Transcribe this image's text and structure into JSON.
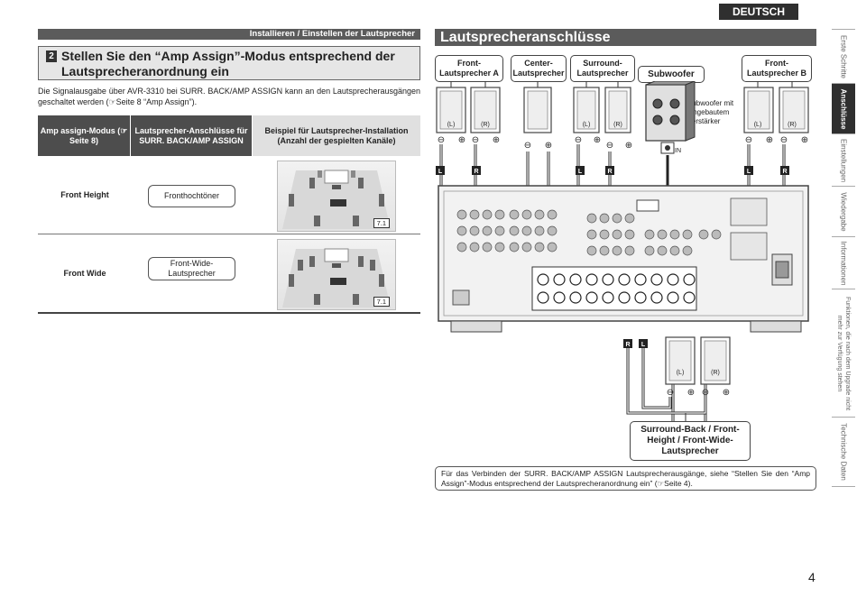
{
  "language_badge": "DEUTSCH",
  "left": {
    "section_bar": "Installieren / Einstellen der Lautsprecher",
    "step_number": "2",
    "step_title": "Stellen Sie den “Amp Assign”-Modus entsprechend der Lautsprecheranordnung ein",
    "intro": "Die Signalausgabe über AVR-3310 bei SURR. BACK/AMP ASSIGN kann an den Lautsprecherausgängen geschaltet werden (☞Seite 8 “Amp Assign”).",
    "table": {
      "headers": [
        "Amp assign-Modus (☞Seite 8)",
        "Lautsprecher-Anschlüsse für SURR. BACK/AMP ASSIGN",
        "Beispiel für Lautsprecher-Installation (Anzahl der gespielten Kanäle)"
      ],
      "rows": [
        {
          "mode": "Front Height",
          "connection": "Fronthochtöner",
          "channels": "7.1"
        },
        {
          "mode": "Front Wide",
          "connection": "Front-Wide-Lautsprecher",
          "channels": "7.1"
        }
      ]
    }
  },
  "right": {
    "title": "Lautsprecheranschlüsse",
    "labels": {
      "front_a": "Front-Lautsprecher A",
      "center": "Center-Lautsprecher",
      "surround": "Surround-Lautsprecher",
      "subwoofer": "Subwoofer",
      "front_b": "Front-Lautsprecher B",
      "sub_note": "Subwoofer mit eingebautem Verstärker",
      "sub_in": "IN",
      "left_ch": "(L)",
      "right_ch": "(R)",
      "wire_l": "L",
      "wire_r": "R",
      "bottom_box": "Surround-Back / Front-Height / Front-Wide-Lautsprecher"
    },
    "note": "Für das Verbinden der SURR. BACK/AMP ASSIGN Lautsprecherausgänge, siehe “Stellen Sie den “Amp Assign”-Modus entsprechend der Lautsprecheranordnung ein” (☞Seite 4)."
  },
  "side_tabs": [
    "Erste Schritte",
    "Anschlüsse",
    "Einstellungen",
    "Wiedergabe",
    "Informationen",
    "Funktionen, die nach dem Upgrade nicht mehr zur Verfügung stehen",
    "Technische Daten"
  ],
  "active_tab": "Anschlüsse",
  "page_number": "4"
}
